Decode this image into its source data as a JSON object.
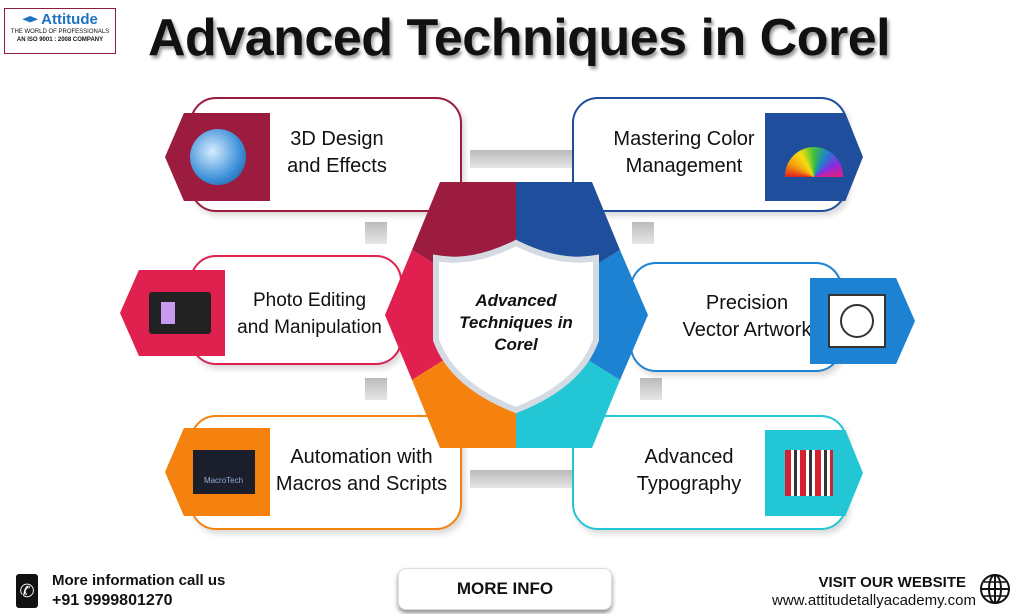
{
  "logo": {
    "brand": "Attitude",
    "tagline": "THE WORLD OF PROFESSIONALS",
    "iso": "AN ISO 9001 : 2008 COMPANY"
  },
  "title": "Advanced Techniques in Corel",
  "center": {
    "line1": "Advanced",
    "line2": "Techniques in",
    "line3": "Corel"
  },
  "items": [
    {
      "l1": "3D Design",
      "l2": "and Effects",
      "color": "#9b1c3e"
    },
    {
      "l1": "Mastering Color",
      "l2": "Management",
      "color": "#1e4e9c"
    },
    {
      "l1": "Photo Editing",
      "l2": "and Manipulation",
      "color": "#e0204f"
    },
    {
      "l1": "Precision",
      "l2": "Vector Artwork",
      "color": "#1e82d2"
    },
    {
      "l1": "Automation with",
      "l2": "Macros and Scripts",
      "color": "#f5820f"
    },
    {
      "l1": "Advanced",
      "l2": "Typography",
      "color": "#22c6d4"
    }
  ],
  "macro_label": "MacroTech",
  "footer": {
    "call_label": "More information call us",
    "phone": "+91 9999801270",
    "button": "MORE INFO",
    "visit": "VISIT OUR WEBSITE",
    "url": "www.attitudetallyacademy.com"
  }
}
